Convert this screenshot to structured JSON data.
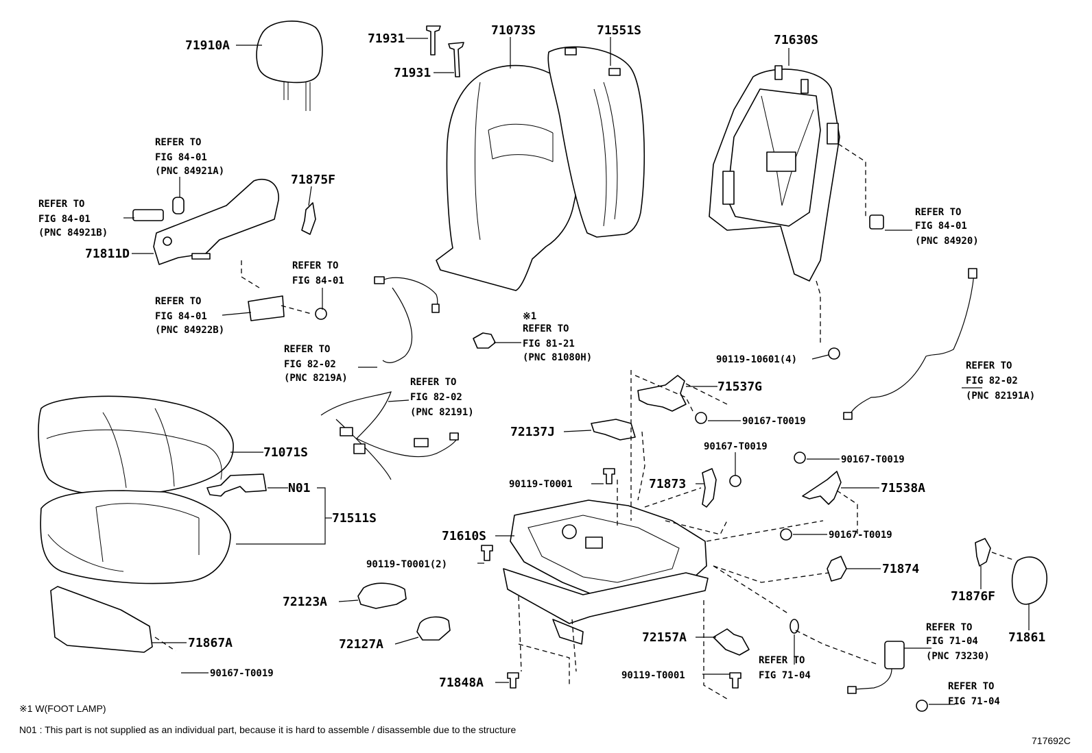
{
  "labels": {
    "p71910A": "71910A",
    "p71931a": "71931",
    "p71931b": "71931",
    "p71073S": "71073S",
    "p71551S": "71551S",
    "p71630S": "71630S",
    "p71875F": "71875F",
    "p71811D": "71811D",
    "p71071S": "71071S",
    "pN01": "N01",
    "p71511S": "71511S",
    "p71867A": "71867A",
    "p90167_a": "90167-T0019",
    "p72123A": "72123A",
    "p72127A": "72127A",
    "p71848A": "71848A",
    "p72137J": "72137J",
    "p90119_T1": "90119-T0001",
    "p71610S": "71610S",
    "p90119_T2": "90119-T0001(2)",
    "p71537G": "71537G",
    "p90167_b": "90167-T0019",
    "p90167_c": "90167-T0019",
    "p71873": "71873",
    "p90167_d": "90167-T0019",
    "p71538A": "71538A",
    "p90167_e": "90167-T0019",
    "p71874": "71874",
    "p72157A": "72157A",
    "p90119_T3": "90119-T0001",
    "p90119_106": "90119-10601(4)",
    "p71876F": "71876F",
    "p71861": "71861"
  },
  "refs": {
    "r1": [
      "REFER TO",
      "FIG 84-01",
      "(PNC 84921A)"
    ],
    "r2": [
      "REFER TO",
      "FIG 84-01",
      "(PNC 84921B)"
    ],
    "r3": [
      "REFER TO",
      "FIG 84-01"
    ],
    "r4": [
      "REFER TO",
      "FIG 84-01",
      "(PNC 84922B)"
    ],
    "r5": [
      "REFER TO",
      "FIG 82-02",
      "(PNC 8219A)"
    ],
    "r6": [
      "REFER TO",
      "FIG 82-02",
      "(PNC 82191)"
    ],
    "r7": [
      "※1",
      "REFER TO",
      "FIG 81-21",
      "(PNC 81080H)"
    ],
    "r8": [
      "REFER TO",
      "FIG 84-01",
      "(PNC 84920)"
    ],
    "r9": [
      "REFER TO",
      "FIG 82-02",
      "(PNC 82191A)"
    ],
    "r10": [
      "REFER TO",
      "FIG 71-04",
      "(PNC 73230)"
    ],
    "r11": [
      "REFER TO",
      "FIG 71-04"
    ],
    "r12": [
      "REFER TO",
      "FIG 71-04"
    ]
  },
  "notes": {
    "footnote1": "※1 W(FOOT LAMP)",
    "footnote2": "N01 : This part is not supplied as an individual part, because it is hard to assemble / disassemble due to the structure",
    "figure_id": "717692C"
  }
}
